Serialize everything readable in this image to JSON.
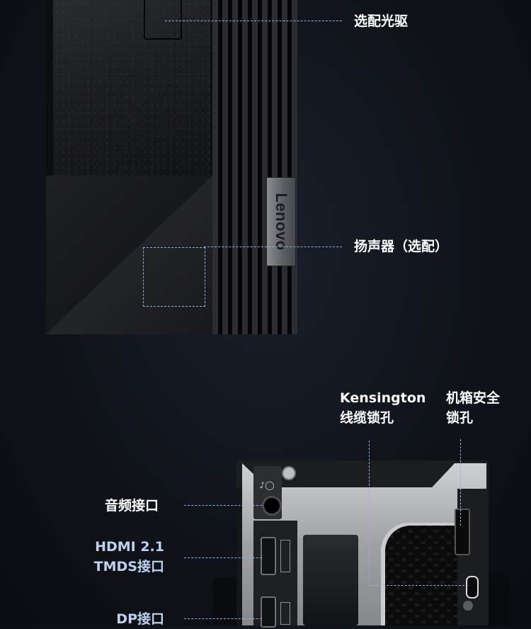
{
  "brand": {
    "logo_text": "Lenovo"
  },
  "front_labels": {
    "optical_drive": "选配光驱",
    "speaker": "扬声器（选配）"
  },
  "top_labels": {
    "kensington_line1": "Kensington",
    "kensington_line2": "线缆锁孔",
    "chassis_line1": "机箱安全",
    "chassis_line2": "锁孔"
  },
  "left_labels": {
    "audio": "音频接口",
    "hdmi_line1": "HDMI 2.1",
    "hdmi_line2": "TMDS接口",
    "dp": "DP接口"
  },
  "colors": {
    "background": "#10131a",
    "callout_line": "#8fb4e6",
    "label_white": "#ffffff",
    "label_blue": "#bcd2ee"
  }
}
